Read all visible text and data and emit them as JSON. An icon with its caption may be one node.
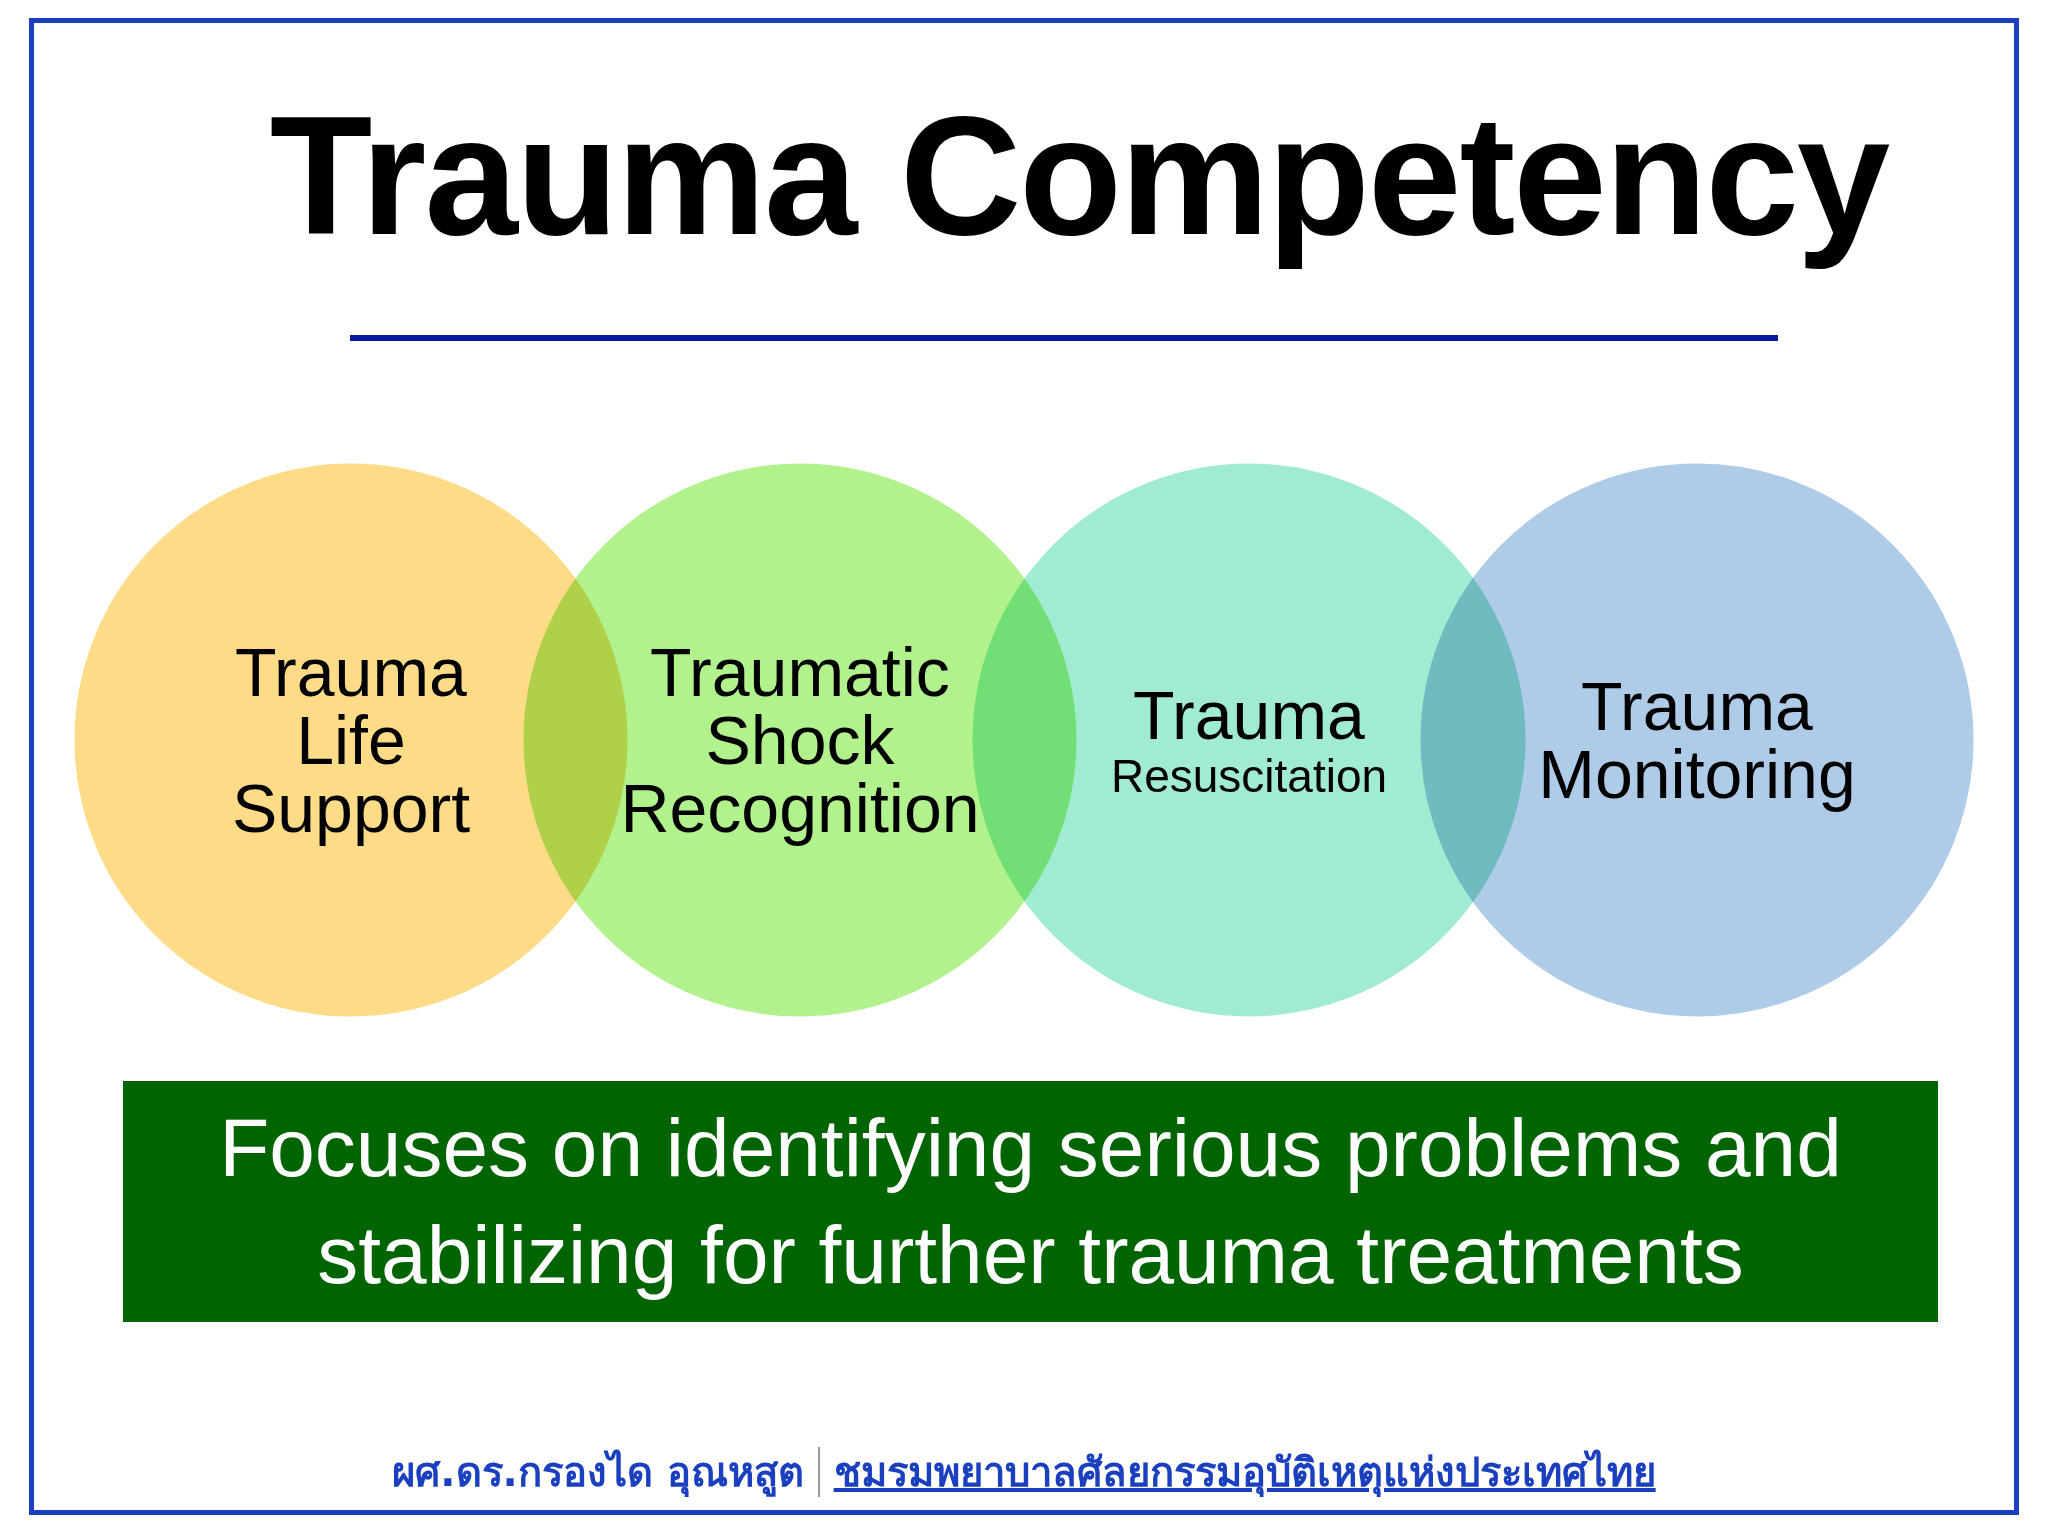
{
  "diagram": {
    "title": "Trauma Competency",
    "nodes": [
      {
        "text": [
          "Trauma Life Support"
        ]
      },
      {
        "text": [
          "Traumatic Shock Recognition"
        ]
      },
      {
        "text": [
          "Trauma",
          "Resuscitation"
        ]
      },
      {
        "text": [
          "Trauma Monitoring"
        ]
      },
      {
        "text": [
          "Focuses on identifying serious problems and stabilizing for further trauma treatments"
        ]
      }
    ],
    "labels": [
      "ผศ.ดร.กรองได อุณหสูต",
      "ชมรมพยาบาลศัลยกรรมอุบัติเหตุแห่งประเทศไทย"
    ]
  }
}
